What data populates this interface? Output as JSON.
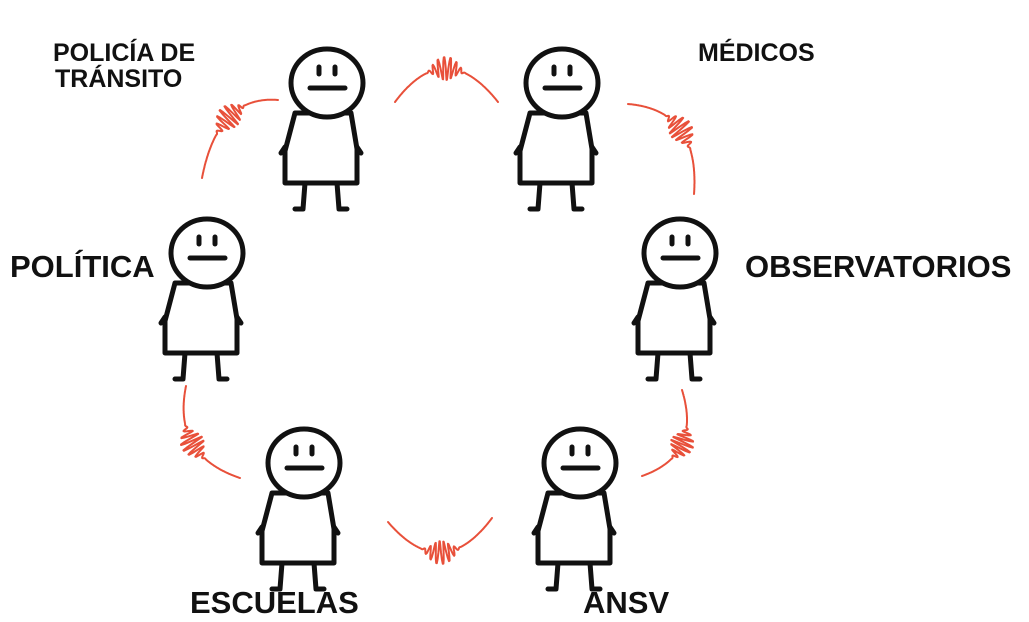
{
  "diagram": {
    "colors": {
      "figure_stroke": "#111111",
      "figure_fill": "#ffffff",
      "signal": "#e8503a",
      "label": "#111111"
    },
    "icons": {
      "figure": "stick-person-icon",
      "signal": "sound-wave-icon"
    },
    "actors": [
      {
        "id": "policia",
        "label_lines": [
          "POLICÍA DE",
          "TRÁNSITO"
        ]
      },
      {
        "id": "medicos",
        "label_lines": [
          "MÉDICOS"
        ]
      },
      {
        "id": "politica",
        "label_lines": [
          "POLÍTICA"
        ]
      },
      {
        "id": "observatorios",
        "label_lines": [
          "OBSERVATORIOS"
        ]
      },
      {
        "id": "escuelas",
        "label_lines": [
          "ESCUELAS"
        ]
      },
      {
        "id": "ansv",
        "label_lines": [
          "ANSV"
        ]
      }
    ],
    "connections": [
      [
        "politica",
        "policia"
      ],
      [
        "policia",
        "medicos"
      ],
      [
        "medicos",
        "observatorios"
      ],
      [
        "observatorios",
        "ansv"
      ],
      [
        "ansv",
        "escuelas"
      ],
      [
        "escuelas",
        "politica"
      ]
    ]
  }
}
